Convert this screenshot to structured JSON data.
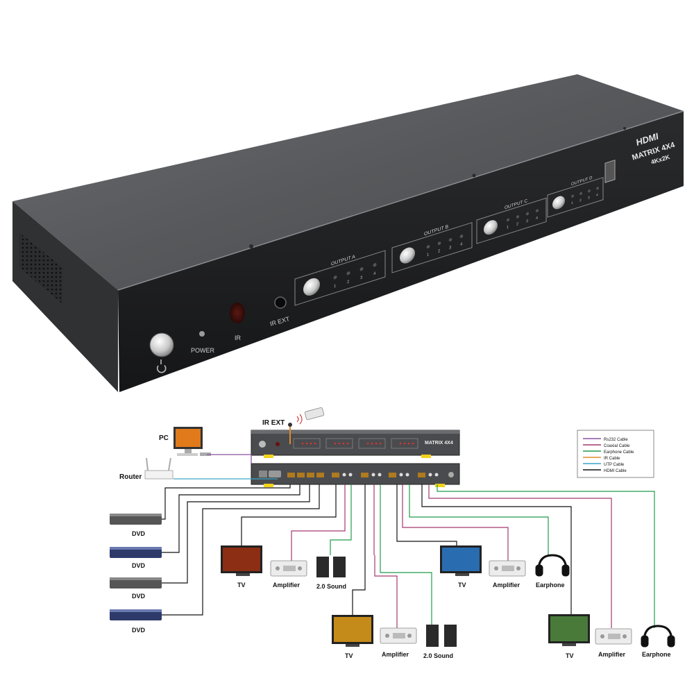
{
  "device": {
    "logo": "HDMI",
    "model": "MATRIX 4X4",
    "resolution": "4Kx2K",
    "power_label": "POWER",
    "ir_label": "IR",
    "ir_ext_label": "IR EXT",
    "output_groups": [
      {
        "label": "OUTPUT A",
        "ports": [
          "1",
          "2",
          "3",
          "4"
        ]
      },
      {
        "label": "OUTPUT B",
        "ports": [
          "1",
          "2",
          "3",
          "4"
        ]
      },
      {
        "label": "OUTPUT C",
        "ports": [
          "1",
          "2",
          "3",
          "4"
        ]
      },
      {
        "label": "OUTPUT D",
        "ports": [
          "1",
          "2",
          "3",
          "4"
        ]
      }
    ],
    "colors": {
      "body": "#3b3c3e",
      "top": "#55575a",
      "front": "#1e1f21"
    }
  },
  "diagram": {
    "ir_ext_label": "IR EXT",
    "pc_label": "PC",
    "router_label": "Router",
    "front_panel_title": "MATRIX 4X4",
    "legend": [
      {
        "label": "Rs232 Cable",
        "color": "#8b4fa0"
      },
      {
        "label": "Coaxial Cable",
        "color": "#a3376e"
      },
      {
        "label": "Earphone Cable",
        "color": "#1f9c4c"
      },
      {
        "label": "IR Cable",
        "color": "#e08a2a"
      },
      {
        "label": "UTP Cable",
        "color": "#3aa6c8"
      },
      {
        "label": "HDMI Cable",
        "color": "#111111"
      }
    ],
    "sources": [
      "DVD",
      "DVD",
      "DVD",
      "DVD"
    ],
    "devices_row1": {
      "tv1": "TV",
      "amp1": "Amplifier",
      "sound1": "2.0 Sound",
      "tv2": "TV",
      "amp2": "Amplifier",
      "ear1": "Earphone"
    },
    "devices_row2": {
      "tv3": "TV",
      "amp3": "Amplifier",
      "sound2": "2.0 Sound",
      "tv4": "TV",
      "amp4": "Amplifier",
      "ear2": "Earphone"
    }
  }
}
